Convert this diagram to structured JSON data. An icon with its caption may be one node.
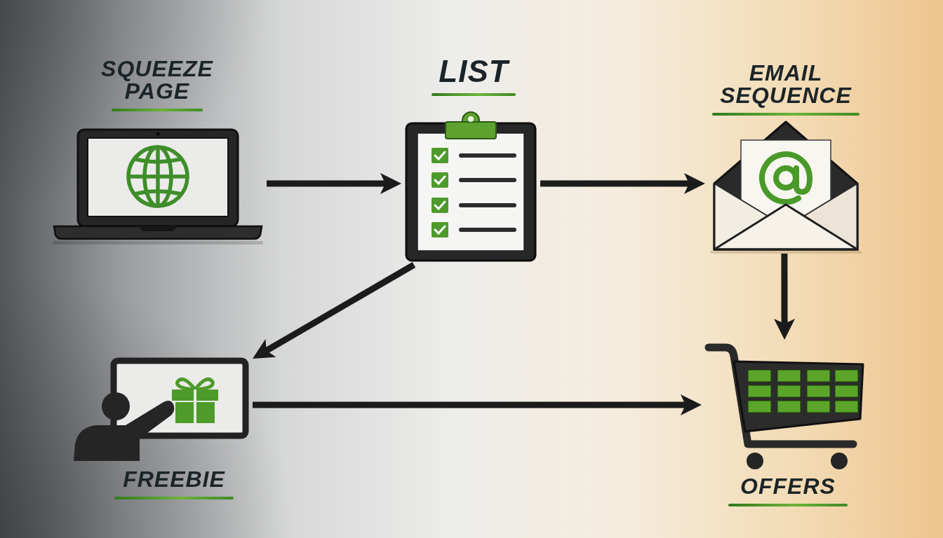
{
  "diagram": {
    "nodes": [
      {
        "text": [
          "SQUEEZE PAGE"
        ]
      },
      {
        "text": [
          "LIST"
        ]
      },
      {
        "text": [
          "EMAIL SEQUENCE"
        ]
      },
      {
        "text": [
          "FREEBIE"
        ]
      },
      {
        "text": [
          "OFFERS"
        ]
      }
    ],
    "edges": [
      {
        "from": 0,
        "to": 1,
        "arrow": "to"
      },
      {
        "from": 1,
        "to": 2,
        "arrow": "to"
      },
      {
        "from": 1,
        "to": 3,
        "arrow": "to"
      },
      {
        "from": 2,
        "to": 4,
        "arrow": "to"
      },
      {
        "from": 3,
        "to": 4,
        "arrow": "to"
      }
    ]
  }
}
